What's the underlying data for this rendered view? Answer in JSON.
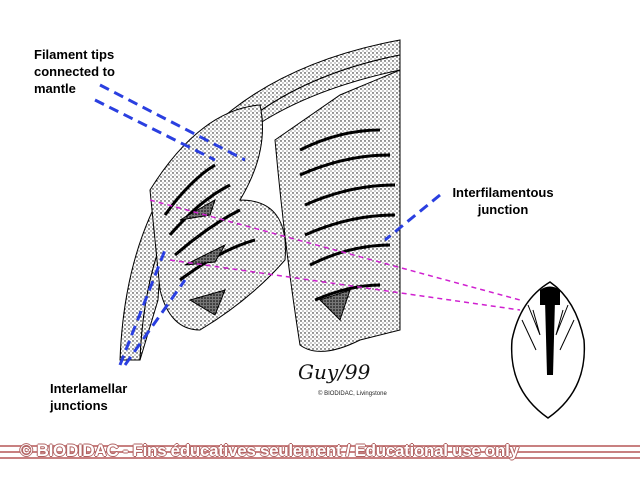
{
  "labels": {
    "filament_tips": "Filament tips connected to mantle",
    "interfilamentous": "Interfilamentous junction",
    "interlamellar": "Interlamellar junctions"
  },
  "signature": "Guy/99",
  "credit": "© BIODIDAC, Livingstone",
  "watermark": "© BIODIDAC - Fins éducatives seulement / Educational use only",
  "colors": {
    "pointer_blue": "#2a3fe0",
    "pointer_magenta": "#d020d0",
    "watermark": "#b06060"
  }
}
